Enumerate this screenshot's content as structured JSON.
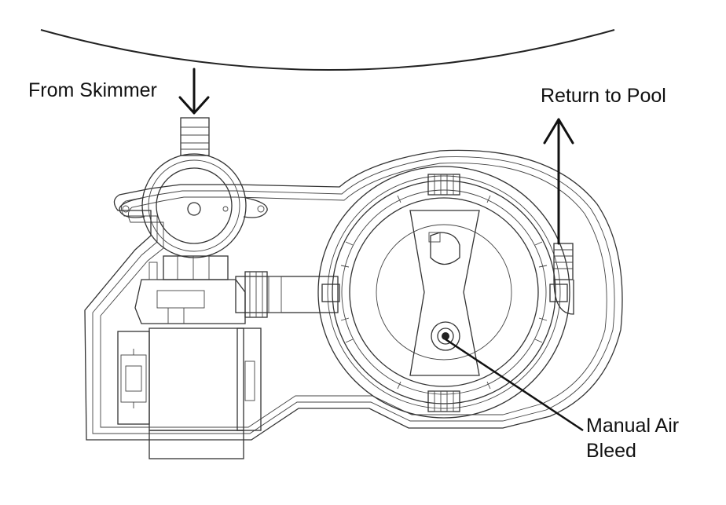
{
  "labels": {
    "from_skimmer": "From Skimmer",
    "return_to_pool": "Return to Pool",
    "manual_air_bleed_line1": "Manual Air",
    "manual_air_bleed_line2": "Bleed"
  },
  "colors": {
    "ink": "#111111",
    "background": "#ffffff"
  }
}
